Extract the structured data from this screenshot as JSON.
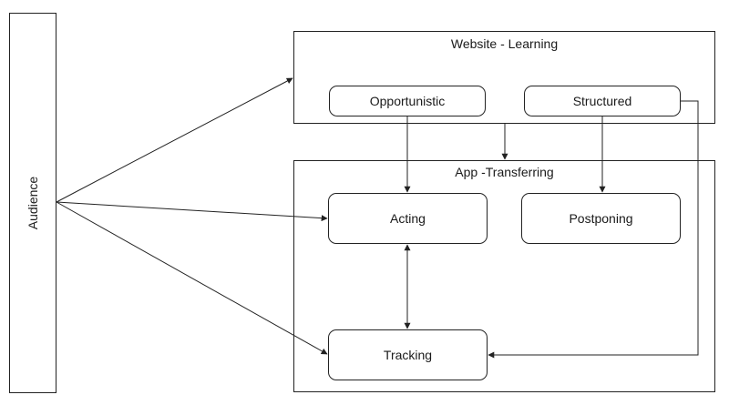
{
  "audience": {
    "label": "Audience"
  },
  "groups": {
    "website": {
      "title": "Website - Learning"
    },
    "app": {
      "title": "App -Transferring"
    }
  },
  "nodes": {
    "opportunistic": {
      "label": "Opportunistic"
    },
    "structured": {
      "label": "Structured"
    },
    "acting": {
      "label": "Acting"
    },
    "postponing": {
      "label": "Postponing"
    },
    "tracking": {
      "label": "Tracking"
    }
  },
  "colors": {
    "line": "#222222",
    "background": "#ffffff"
  }
}
